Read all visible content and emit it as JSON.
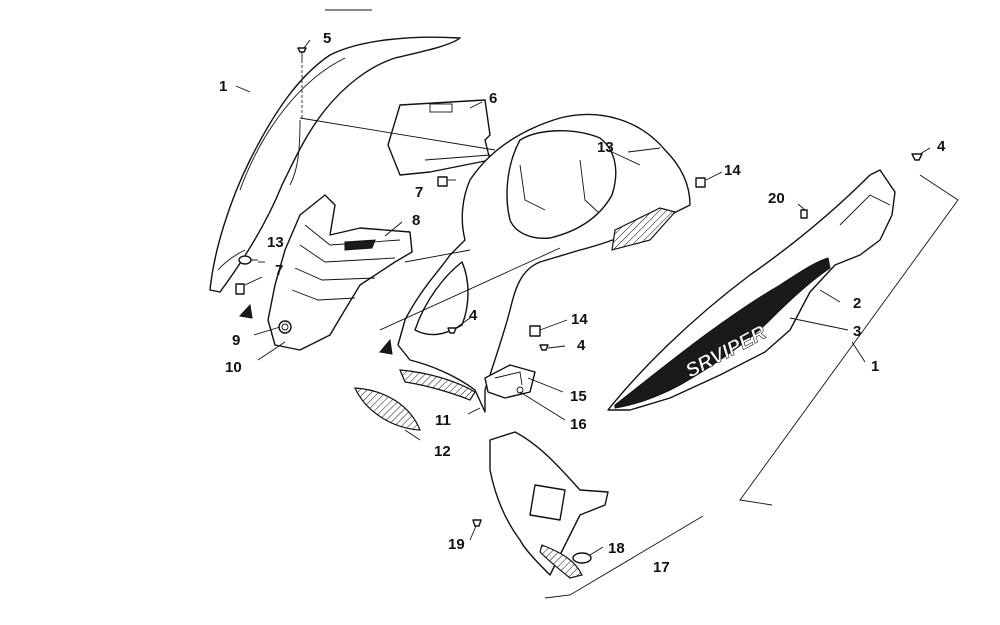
{
  "callouts": [
    {
      "id": "c1a",
      "text": "1"
    },
    {
      "id": "c5",
      "text": "5"
    },
    {
      "id": "c6",
      "text": "6"
    },
    {
      "id": "c13a",
      "text": "13"
    },
    {
      "id": "c7a",
      "text": "7"
    },
    {
      "id": "c8",
      "text": "8"
    },
    {
      "id": "c13b",
      "text": "13"
    },
    {
      "id": "c7b",
      "text": "7"
    },
    {
      "id": "c14a",
      "text": "14"
    },
    {
      "id": "c4a",
      "text": "4"
    },
    {
      "id": "c20",
      "text": "20"
    },
    {
      "id": "c9",
      "text": "9"
    },
    {
      "id": "c10",
      "text": "10"
    },
    {
      "id": "c4b",
      "text": "4"
    },
    {
      "id": "c14b",
      "text": "14"
    },
    {
      "id": "c4c",
      "text": "4"
    },
    {
      "id": "c2",
      "text": "2"
    },
    {
      "id": "c3",
      "text": "3"
    },
    {
      "id": "c1b",
      "text": "1"
    },
    {
      "id": "c15",
      "text": "15"
    },
    {
      "id": "c11",
      "text": "11"
    },
    {
      "id": "c16",
      "text": "16"
    },
    {
      "id": "c12",
      "text": "12"
    },
    {
      "id": "c18",
      "text": "18"
    },
    {
      "id": "c19",
      "text": "19"
    },
    {
      "id": "c17",
      "text": "17"
    }
  ],
  "decal_text": "SRVIPER"
}
